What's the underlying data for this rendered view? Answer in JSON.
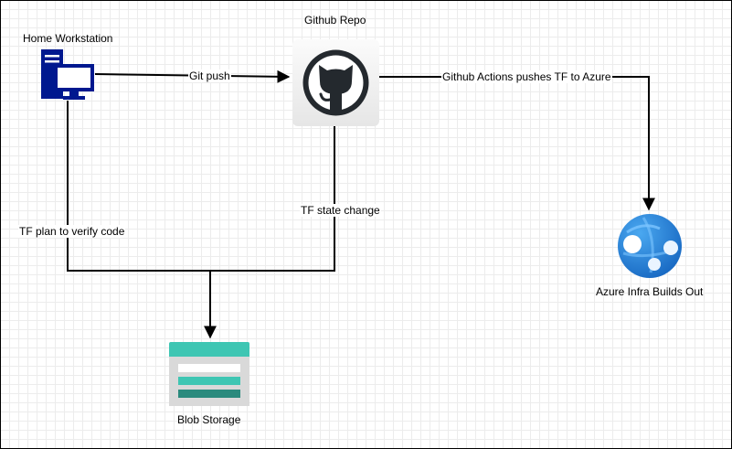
{
  "nodes": {
    "home_workstation": {
      "label": "Home Workstation",
      "icon": "computer-icon"
    },
    "github_repo": {
      "label": "Github Repo",
      "icon": "github-octocat-icon"
    },
    "azure_infra": {
      "label": "Azure Infra Builds Out",
      "icon": "azure-web-app-icon"
    },
    "blob_storage": {
      "label": "Blob Storage",
      "icon": "storage-icon"
    }
  },
  "edges": {
    "git_push": {
      "label": "Git push",
      "from": "home_workstation",
      "to": "github_repo"
    },
    "actions_push": {
      "label": "Github Actions pushes TF to Azure",
      "from": "github_repo",
      "to": "azure_infra"
    },
    "tf_plan": {
      "label": "TF plan to verify code",
      "from": "home_workstation",
      "to": "blob_storage"
    },
    "tf_state": {
      "label": "TF state change",
      "from": "github_repo",
      "to": "blob_storage"
    }
  },
  "colors": {
    "computer": "#00188F",
    "github_bg": "#f2f2f2",
    "github_fg": "#24292e",
    "azure_blue": "#1e88e5",
    "storage_teal": "#3ec6b3",
    "storage_dark": "#2a8a7d",
    "storage_grey": "#d9d9d9"
  }
}
